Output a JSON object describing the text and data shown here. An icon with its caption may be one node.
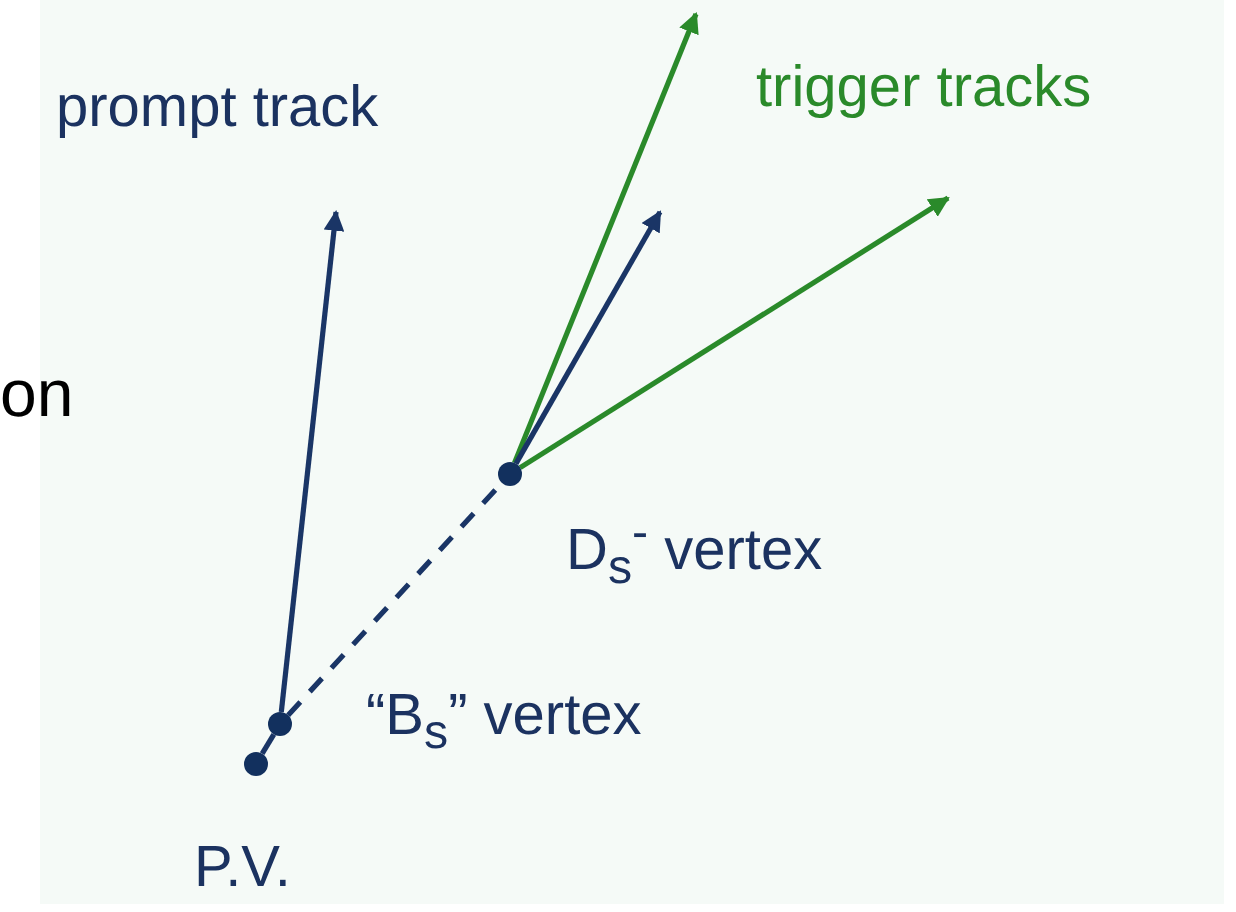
{
  "diagram": {
    "nodes": [
      {
        "text": [],
        "shape": "circle",
        "beside": [
          "P.V."
        ]
      },
      {
        "text": [],
        "shape": "circle",
        "beside": [
          "“B$_{s}$” vertex"
        ]
      },
      {
        "text": [],
        "shape": "circle",
        "beside": [
          "D$_{s}$$^{-}$ vertex"
        ]
      }
    ],
    "edges": [
      {
        "from": 0,
        "to": 1,
        "arrow": "none"
      },
      {
        "from": 1,
        "to": null,
        "arrow": "to"
      },
      {
        "from": 1,
        "to": 2,
        "arrow": "none",
        "style": "dashed"
      },
      {
        "from": 2,
        "to": null,
        "arrow": "to",
        "color": "#2a8a2a"
      },
      {
        "from": 2,
        "to": null,
        "arrow": "to"
      },
      {
        "from": 2,
        "to": null,
        "arrow": "to",
        "color": "#2a8a2a"
      }
    ],
    "labels": [
      "prompt track",
      "trigger tracks",
      "on"
    ]
  }
}
